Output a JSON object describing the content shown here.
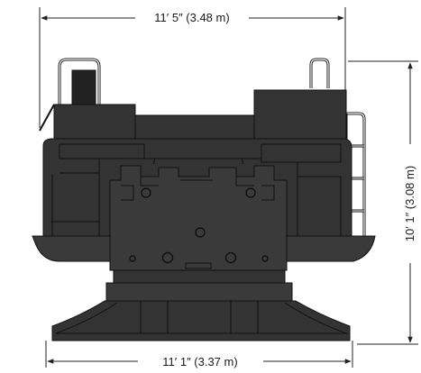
{
  "dimensions": {
    "top_width": "11′ 5″ (3.48 m)",
    "bottom_width": "11′ 1″ (3.37 m)",
    "height": "10′ 1″ (3.08 m)"
  },
  "colors": {
    "machine_body": "#333333",
    "machine_dark": "#222222",
    "line": "#111111",
    "background": "#ffffff"
  }
}
